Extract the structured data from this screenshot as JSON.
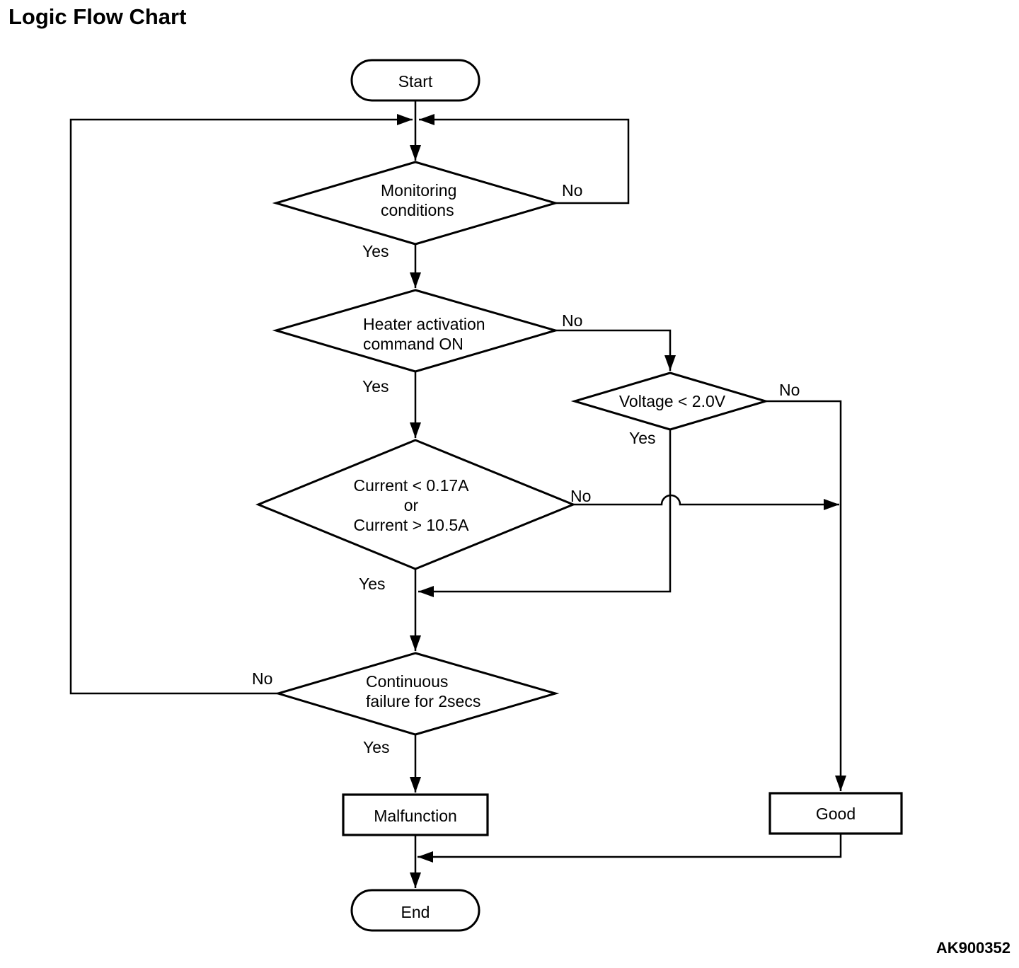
{
  "title": "Logic Flow Chart",
  "figure_id": "AK900352",
  "flowchart": {
    "nodes": {
      "start": {
        "type": "terminator",
        "label": "Start"
      },
      "monitoring": {
        "type": "decision",
        "line1": "Monitoring",
        "line2": "conditions"
      },
      "heater": {
        "type": "decision",
        "line1": "Heater activation",
        "line2": "command ON"
      },
      "voltage": {
        "type": "decision",
        "line1": "Voltage < 2.0V"
      },
      "current": {
        "type": "decision",
        "line1": "Current < 0.17A",
        "line2": "or",
        "line3": "Current > 10.5A"
      },
      "continuous": {
        "type": "decision",
        "line1": "Continuous",
        "line2": "failure for 2secs"
      },
      "malfunction": {
        "type": "process",
        "label": "Malfunction"
      },
      "good": {
        "type": "process",
        "label": "Good"
      },
      "end": {
        "type": "terminator",
        "label": "End"
      }
    },
    "edge_labels": {
      "monitoring_no": "No",
      "monitoring_yes": "Yes",
      "heater_no": "No",
      "heater_yes": "Yes",
      "voltage_no": "No",
      "voltage_yes": "Yes",
      "current_no": "No",
      "current_yes": "Yes",
      "continuous_no": "No",
      "continuous_yes": "Yes"
    },
    "edges": [
      {
        "from": "start",
        "to": "monitoring",
        "label": ""
      },
      {
        "from": "monitoring",
        "to": "heater",
        "label": "Yes"
      },
      {
        "from": "monitoring",
        "to": "monitoring",
        "label": "No"
      },
      {
        "from": "heater",
        "to": "current",
        "label": "Yes"
      },
      {
        "from": "heater",
        "to": "voltage",
        "label": "No"
      },
      {
        "from": "voltage",
        "to": "continuous",
        "label": "Yes"
      },
      {
        "from": "voltage",
        "to": "good",
        "label": "No"
      },
      {
        "from": "current",
        "to": "continuous",
        "label": "Yes"
      },
      {
        "from": "current",
        "to": "good",
        "label": "No"
      },
      {
        "from": "continuous",
        "to": "malfunction",
        "label": "Yes"
      },
      {
        "from": "continuous",
        "to": "monitoring",
        "label": "No"
      },
      {
        "from": "malfunction",
        "to": "end",
        "label": ""
      },
      {
        "from": "good",
        "to": "end",
        "label": ""
      }
    ]
  }
}
